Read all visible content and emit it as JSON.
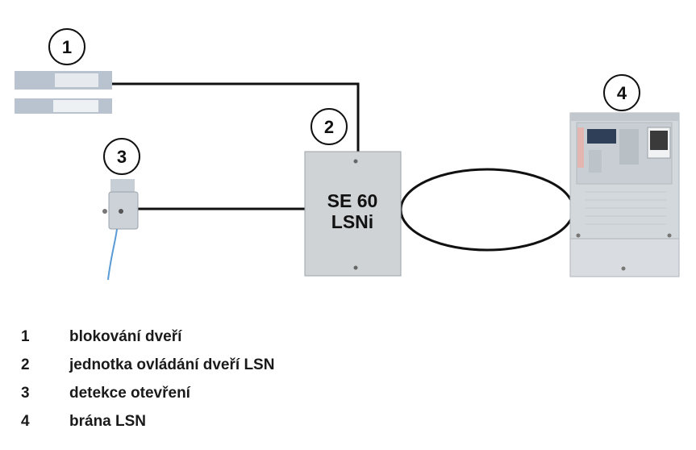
{
  "callouts": [
    "1",
    "2",
    "3",
    "4"
  ],
  "controller": {
    "line1": "SE 60",
    "line2": "LSNi"
  },
  "legend": [
    {
      "num": "1",
      "text": "blokování dveří"
    },
    {
      "num": "2",
      "text": "jednotka ovládání dveří LSN"
    },
    {
      "num": "3",
      "text": "detekce otevření"
    },
    {
      "num": "4",
      "text": "brána LSN"
    }
  ]
}
